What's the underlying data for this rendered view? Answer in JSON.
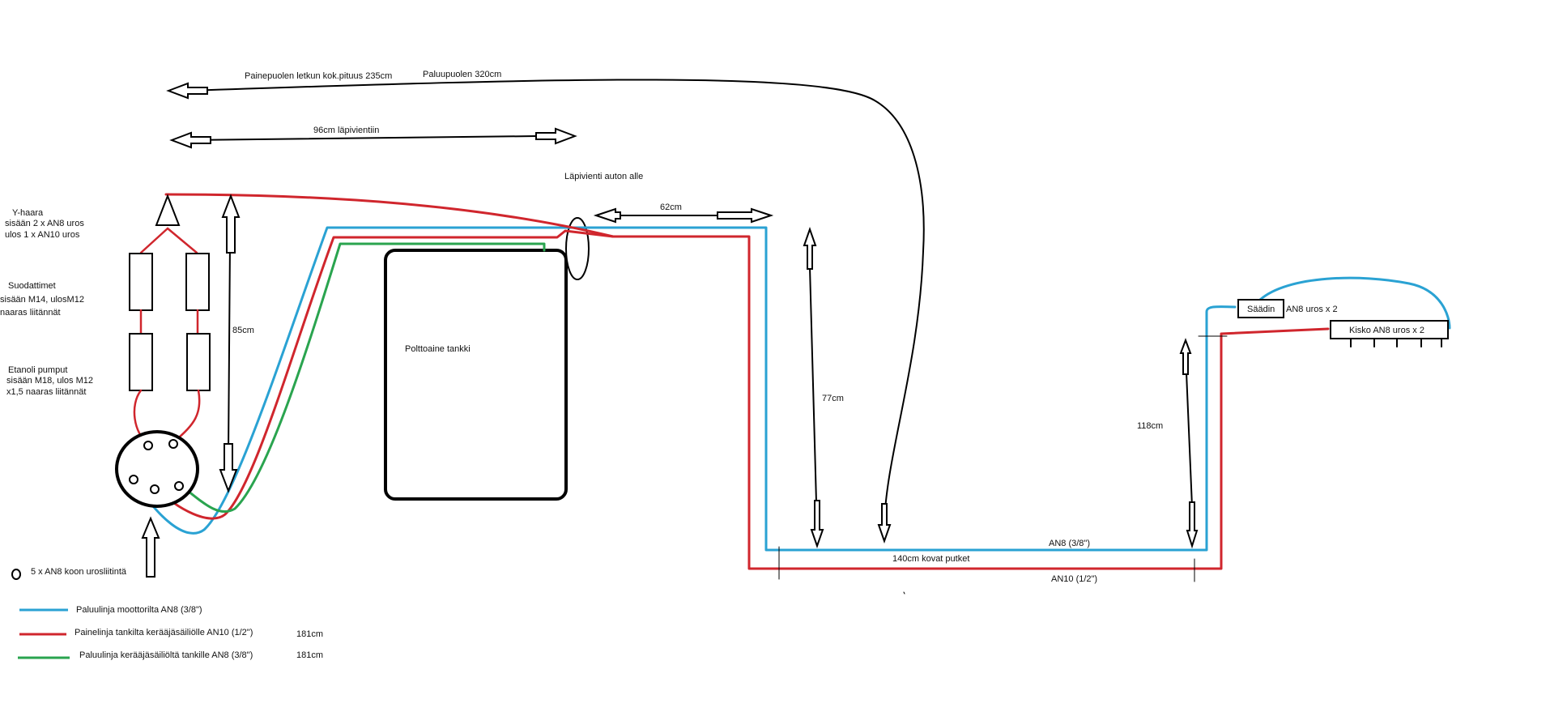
{
  "colors": {
    "blue": "#2aa2d3",
    "red": "#d0262d",
    "green": "#2aa44f",
    "black": "#000000",
    "background": "#ffffff"
  },
  "labels": {
    "pressure_length": "Painepuolen letkun kok.pituus 235cm",
    "return_length": "Paluupuolen 320cm",
    "passthrough_96": "96cm läpivientiin",
    "passthrough_label": "Läpivienti auton alle",
    "dim_62": "62cm",
    "dim_85": "85cm",
    "dim_77": "77cm",
    "dim_118": "118cm",
    "tank": "Polttoaine tankki",
    "hard_pipes": "140cm kovat putket",
    "an8": "AN8 (3/8\")",
    "an10": "AN10 (1/2\")",
    "regulator": "Säädin",
    "regulator_fittings": "AN8 uros x 2",
    "rail": "Kisko AN8 uros x 2"
  },
  "components": {
    "y_branch": [
      "Y-haara",
      "sisään 2 x AN8 uros",
      "ulos 1 x AN10 uros"
    ],
    "filters": [
      "Suodattimet",
      "sisään M14, ulosM12",
      "naaras liitännät"
    ],
    "pumps": [
      "Etanoli pumput",
      "sisään M18, ulos M12",
      "x1,5 naaras liitännät"
    ]
  },
  "legend": {
    "fitting": "5 x AN8 koon urosliitintä",
    "items": [
      {
        "label": "Paluulinja moottorilta AN8 (3/8\")",
        "length": "",
        "color": "#2aa2d3"
      },
      {
        "label": "Painelinja tankilta kerääjäsäiliölle AN10 (1/2\")",
        "length": "181cm",
        "color": "#d0262d"
      },
      {
        "label": "Paluulinja kerääjäsäiliöltä tankille AN8 (3/8\")",
        "length": "181cm",
        "color": "#2aa44f"
      }
    ]
  }
}
